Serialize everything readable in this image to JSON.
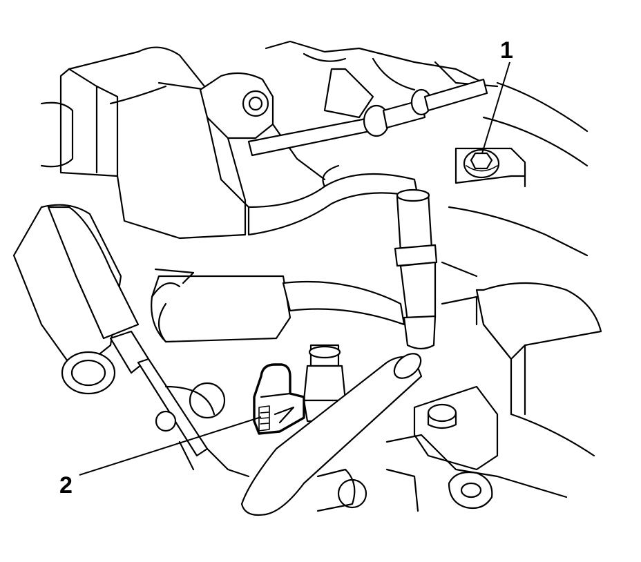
{
  "callouts": [
    {
      "id": "1",
      "label": "1",
      "target": "bolt"
    },
    {
      "id": "2",
      "label": "2",
      "target": "sensor-connector"
    }
  ]
}
